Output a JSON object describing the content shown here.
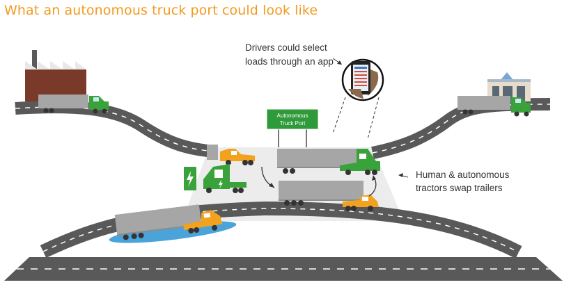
{
  "title": "What an autonomous truck port could look like",
  "callout_app": [
    "Drivers could select",
    "loads through an app"
  ],
  "sign": [
    "Autonomous",
    "Truck Port"
  ],
  "callout_swap": [
    "Human & autonomous",
    "tractors swap trailers"
  ],
  "colors": {
    "title": "#f29a1e",
    "road": "#595959",
    "road_marking": "#ffffff",
    "truck_autonomous": "#3aa23a",
    "truck_human": "#f2a21e",
    "trailer": "#a6a6a6",
    "port_pad": "#ececec",
    "factory_brick": "#7a3a2a",
    "sign_green": "#2e9a3a",
    "lane_highlight": "#4aa3d9"
  },
  "icons": [
    "factory-icon",
    "store-icon",
    "smartphone-icon",
    "charging-station-icon",
    "lightning-icon"
  ]
}
